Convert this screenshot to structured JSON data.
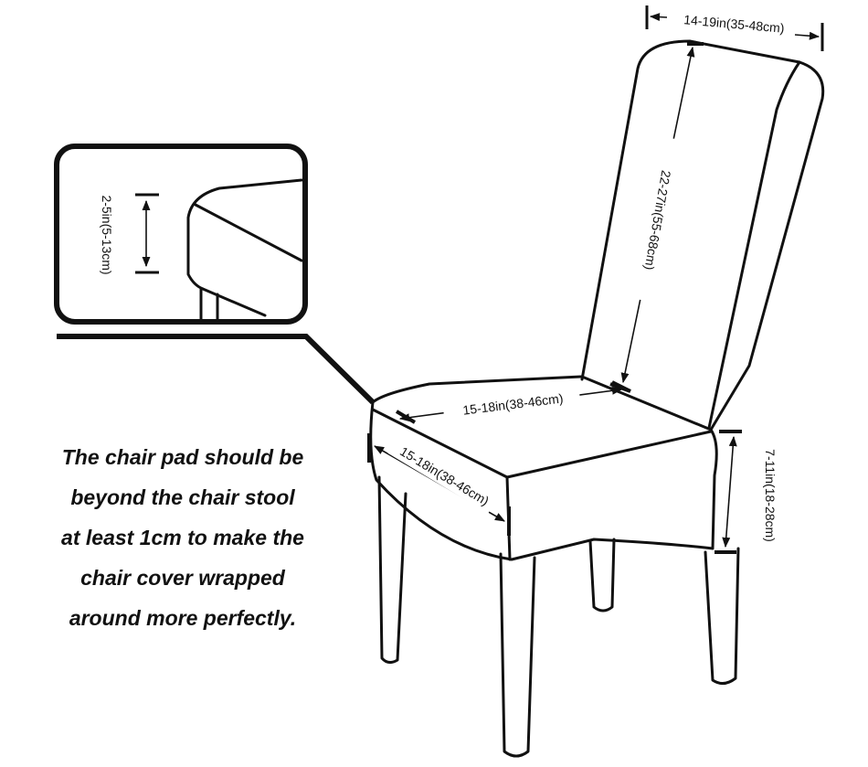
{
  "dimensions": {
    "back_width": "14-19in(35-48cm)",
    "back_height": "22-27in(55-68cm)",
    "seat_width": "15-18in(38-46cm)",
    "seat_depth": "15-18in(38-46cm)",
    "seat_thickness": "2-5in(5-13cm)",
    "seat_height": "7-11in(18-28cm)"
  },
  "note_lines": [
    "The chair pad should be",
    "beyond the chair stool",
    "at least 1cm to make the",
    "chair cover wrapped",
    "around more perfectly."
  ]
}
